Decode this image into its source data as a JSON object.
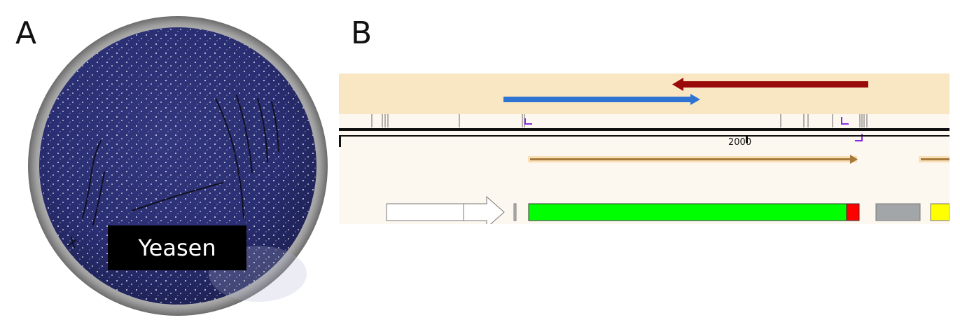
{
  "panels": {
    "a": {
      "label": "A",
      "watermark": "Yeasen"
    },
    "b": {
      "label": "B",
      "ruler_tick_label": "2000"
    }
  },
  "colors": {
    "agar": "#2a2e72",
    "primer_reverse": "#9b0a0a",
    "primer_forward": "#2f74d0",
    "feature_band": "#f9e7c4",
    "orf_arrow": "#c89a55",
    "gene_main": "#00ff00",
    "gene_end": "#ff0000",
    "feature_gray": "#a3a6a9",
    "feature_yellow": "#ffff00"
  }
}
